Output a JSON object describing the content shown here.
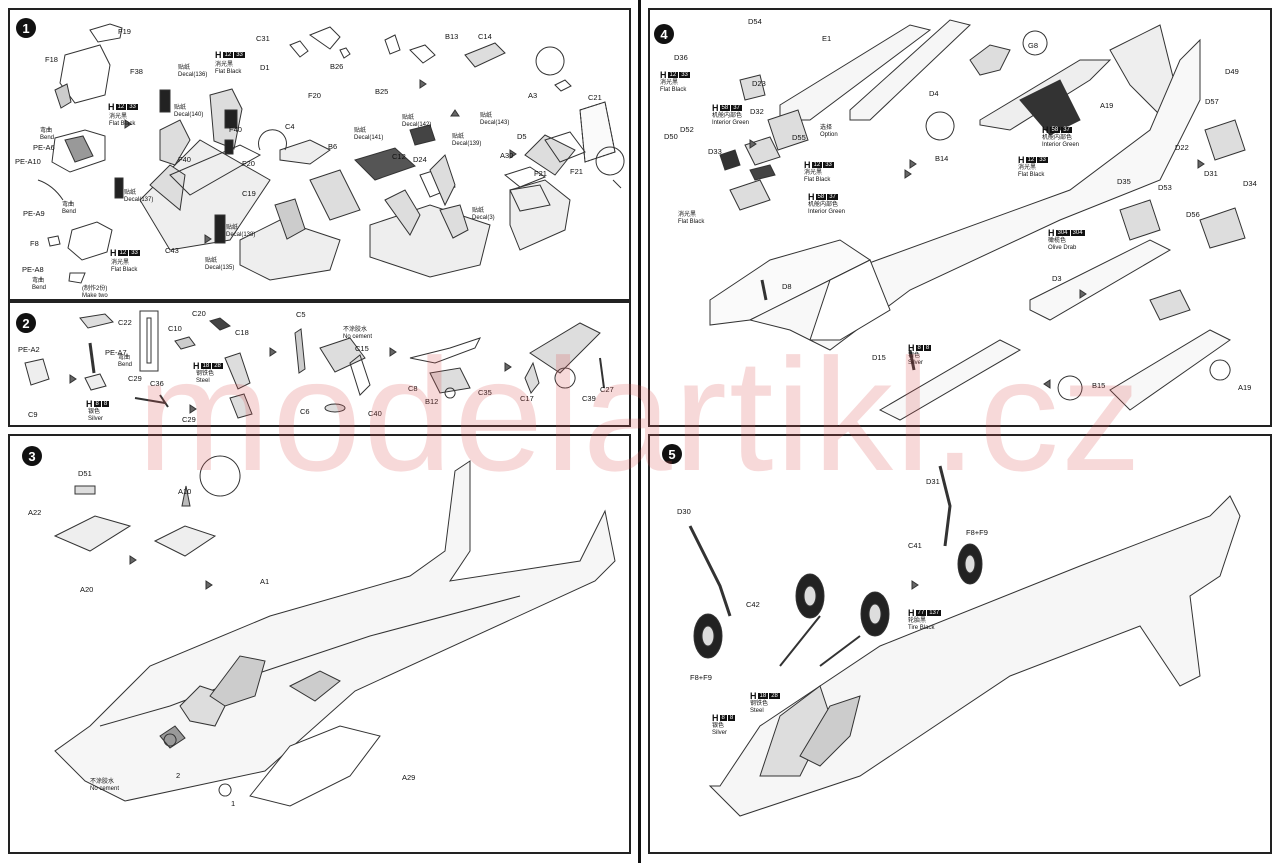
{
  "watermark": "modelartikl.cz",
  "steps": [
    {
      "number": "1"
    },
    {
      "number": "2"
    },
    {
      "number": "3"
    },
    {
      "number": "4"
    },
    {
      "number": "5"
    }
  ],
  "step1": {
    "labels": [
      "F19",
      "F18",
      "F38",
      "PE-A6",
      "PE-A10",
      "PE-A9",
      "F8",
      "PE-A8",
      "D1",
      "C31",
      "C4",
      "F20",
      "C19",
      "F20",
      "F40",
      "F40",
      "C43",
      "B26",
      "B25",
      "B13",
      "C14",
      "B6",
      "C12",
      "D24",
      "A3",
      "C21",
      "D5",
      "A30",
      "F21",
      "F21"
    ],
    "notes": {
      "bend1": "弯曲\nBend",
      "bend2": "弯曲\nBend",
      "bend3": "弯曲\nBend",
      "make_two": "(制作2份)\nMake two",
      "flat_black_1": "消光黑\nFlat Black",
      "flat_black_2": "消光黑\nFlat Black",
      "flat_black_3": "消光黑\nFlat Black",
      "decal136": "贴纸\nDecal(136)",
      "decal140": "贴纸\nDecal(140)",
      "decal137": "贴纸\nDecal(137)",
      "decal138": "贴纸\nDecal(138)",
      "decal135": "贴纸\nDecal(135)",
      "decal141": "贴纸\nDecal(141)",
      "decal142": "贴纸\nDecal(142)",
      "decal139": "贴纸\nDecal(139)",
      "decal143": "贴纸\nDecal(143)",
      "decal3": "贴纸\nDecal(3)"
    },
    "hcodes": [
      {
        "h": "H",
        "n1": "12",
        "n2": "33"
      },
      {
        "h": "H",
        "n1": "12",
        "n2": "33"
      },
      {
        "h": "H",
        "n1": "12",
        "n2": "33"
      }
    ]
  },
  "step2": {
    "labels": [
      "PE-A2",
      "C9",
      "C22",
      "PE-A7",
      "C10",
      "C20",
      "C18",
      "C29",
      "C36",
      "C29",
      "C5",
      "C15",
      "C6",
      "C40",
      "C8",
      "B12",
      "C35",
      "C17",
      "C39",
      "C27"
    ],
    "notes": {
      "bend": "弯曲\nBend",
      "silver": "银色\nSilver",
      "steel": "钢铁色\nSteel",
      "no_cement": "不涂胶水\nNo cement"
    },
    "hcodes": [
      {
        "h": "H",
        "n1": "8",
        "n2": "8"
      },
      {
        "h": "H",
        "n1": "18",
        "n2": "28"
      }
    ]
  },
  "step3": {
    "labels": [
      "D51",
      "A22",
      "A20",
      "A10",
      "A1",
      "A29",
      "1",
      "2"
    ],
    "notes": {
      "no_cement": "不涂胶水\nNo cement"
    }
  },
  "step4": {
    "labels": [
      "D54",
      "D36",
      "D23",
      "E1",
      "D4",
      "G8",
      "A19",
      "D32",
      "D50",
      "D52",
      "D33",
      "D55",
      "B14",
      "D49",
      "D57",
      "D22",
      "D35",
      "D53",
      "D31",
      "D34",
      "D56",
      "D8",
      "D3",
      "D15",
      "B15",
      "A19"
    ],
    "notes": {
      "flat_black_a": "消光黑\nFlat Black",
      "interior_green_a": "机舱内部色\nInterior Green",
      "option": "选择\nOption",
      "interior_green_b": "机舱内部色\nInterior Green",
      "flat_black_b": "消光黑\nFlat Black",
      "flat_black_c": "消光黑\nFlat Black",
      "flat_black_d": "消光黑\nFlat Black",
      "interior_green_c": "机舱内部色\nInterior Green",
      "olive_drab": "橄榄色\nOlive Drab",
      "silver": "银色\nSilver"
    },
    "hcodes": [
      {
        "h": "H",
        "n1": "12",
        "n2": "33"
      },
      {
        "h": "H",
        "n1": "58",
        "n2": "37"
      },
      {
        "h": "H",
        "n1": "58",
        "n2": "37"
      },
      {
        "h": "H",
        "n1": "12",
        "n2": "33"
      },
      {
        "h": "H",
        "n1": "12",
        "n2": "33"
      },
      {
        "h": "H",
        "n1": "58",
        "n2": "37"
      },
      {
        "h": "H",
        "n1": "304",
        "n2": "304"
      },
      {
        "h": "H",
        "n1": "8",
        "n2": "8"
      }
    ]
  },
  "step5": {
    "labels": [
      "D30",
      "D31",
      "F8+F9",
      "C41",
      "C42",
      "F8+F9"
    ],
    "notes": {
      "tire_black": "轮胎黑\nTire Black",
      "steel": "钢铁色\nSteel",
      "silver": "银色\nSilver"
    },
    "hcodes": [
      {
        "h": "H",
        "n1": "77",
        "n2": "137"
      },
      {
        "h": "H",
        "n1": "18",
        "n2": "28"
      },
      {
        "h": "H",
        "n1": "8",
        "n2": "8"
      }
    ]
  }
}
